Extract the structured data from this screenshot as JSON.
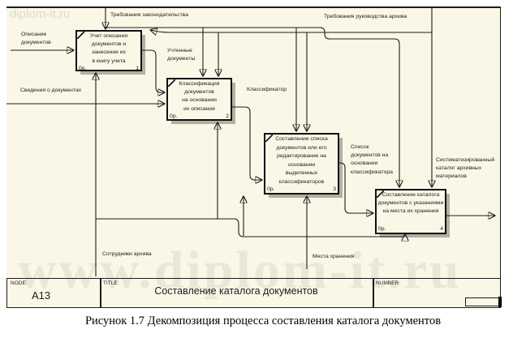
{
  "watermark_small": "diplom-it.ru",
  "watermark_large": "www.diplom-it.ru",
  "labels": {
    "legislation_req": "Требования законодательства",
    "archive_mgmt_req": "Требования руководства архива",
    "doc_description": "Описание\nдокументов",
    "doc_info": "Сведения о документах",
    "registered_docs": "Учтенные\nдокументы",
    "classifier": "Классификатор",
    "doc_list": "Список\nдокументов на\nосновании\nклассификатора",
    "systematized_catalog": "Систематизированный\nкаталог архивных\nматериалов",
    "archive_staff": "Сотрудники архива",
    "storage_places": "Места хранения"
  },
  "boxes": [
    {
      "text": "Учет описания\nдокументов и\nзанесение их\nв книгу учета",
      "cost": "0р.",
      "number": "1"
    },
    {
      "text": "Классификация\nдокументов\nна основании\nих описания",
      "cost": "0р.",
      "number": "2"
    },
    {
      "text": "Составление списка\nдокументов или его\nредактирование на\nосновании\nвыделенных\nклассификаторов",
      "cost": "0р.",
      "number": "3"
    },
    {
      "text": "Составление каталога\nдокументов с указаниями\nна места их хранения",
      "cost": "0р.",
      "number": "4"
    }
  ],
  "title_bar": {
    "node_label": "NODE:",
    "node_value": "A13",
    "title_label": "TITLE:",
    "title_value": "Составление каталога документов",
    "number_label": "NUMBER:"
  },
  "caption": "Рисунок 1.7 Декомпозиция процесса составления каталога документов",
  "colors": {
    "sheet": "#FBF7E7",
    "line": "#1c1c1c",
    "box_shadow": "#b3b0a1"
  }
}
